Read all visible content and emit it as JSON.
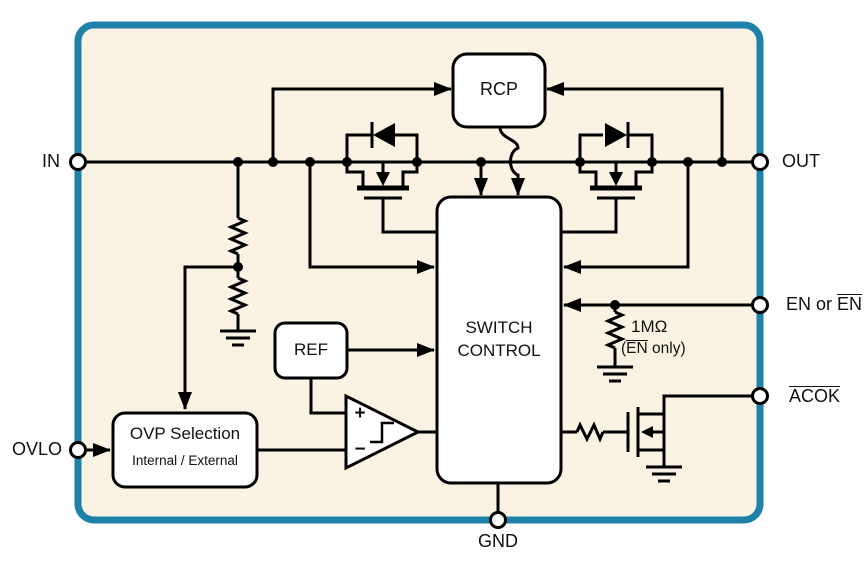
{
  "diagram": {
    "pins": {
      "in": "IN",
      "out": "OUT",
      "en_prefix": "EN or ",
      "en_bar": "EN",
      "acok_bar": "ACOK",
      "ovlo": "OVLO",
      "gnd": "GND"
    },
    "blocks": {
      "rcp": "RCP",
      "switch_line1": "SWITCH",
      "switch_line2": "CONTROL",
      "ref": "REF",
      "ovp_title": "OVP Selection",
      "ovp_subtitle": "Internal / External"
    },
    "annotations": {
      "pullup_value": "1MΩ",
      "pullup_note_prefix": "(",
      "pullup_note_bar": "EN",
      "pullup_note_suffix": " only)"
    },
    "comparator": {
      "plus": "+",
      "minus": "−"
    },
    "colors": {
      "border": "#1E81A9",
      "background": "#FAF3E4",
      "line": "#000000",
      "block_fill": "#FFFFFF"
    }
  }
}
